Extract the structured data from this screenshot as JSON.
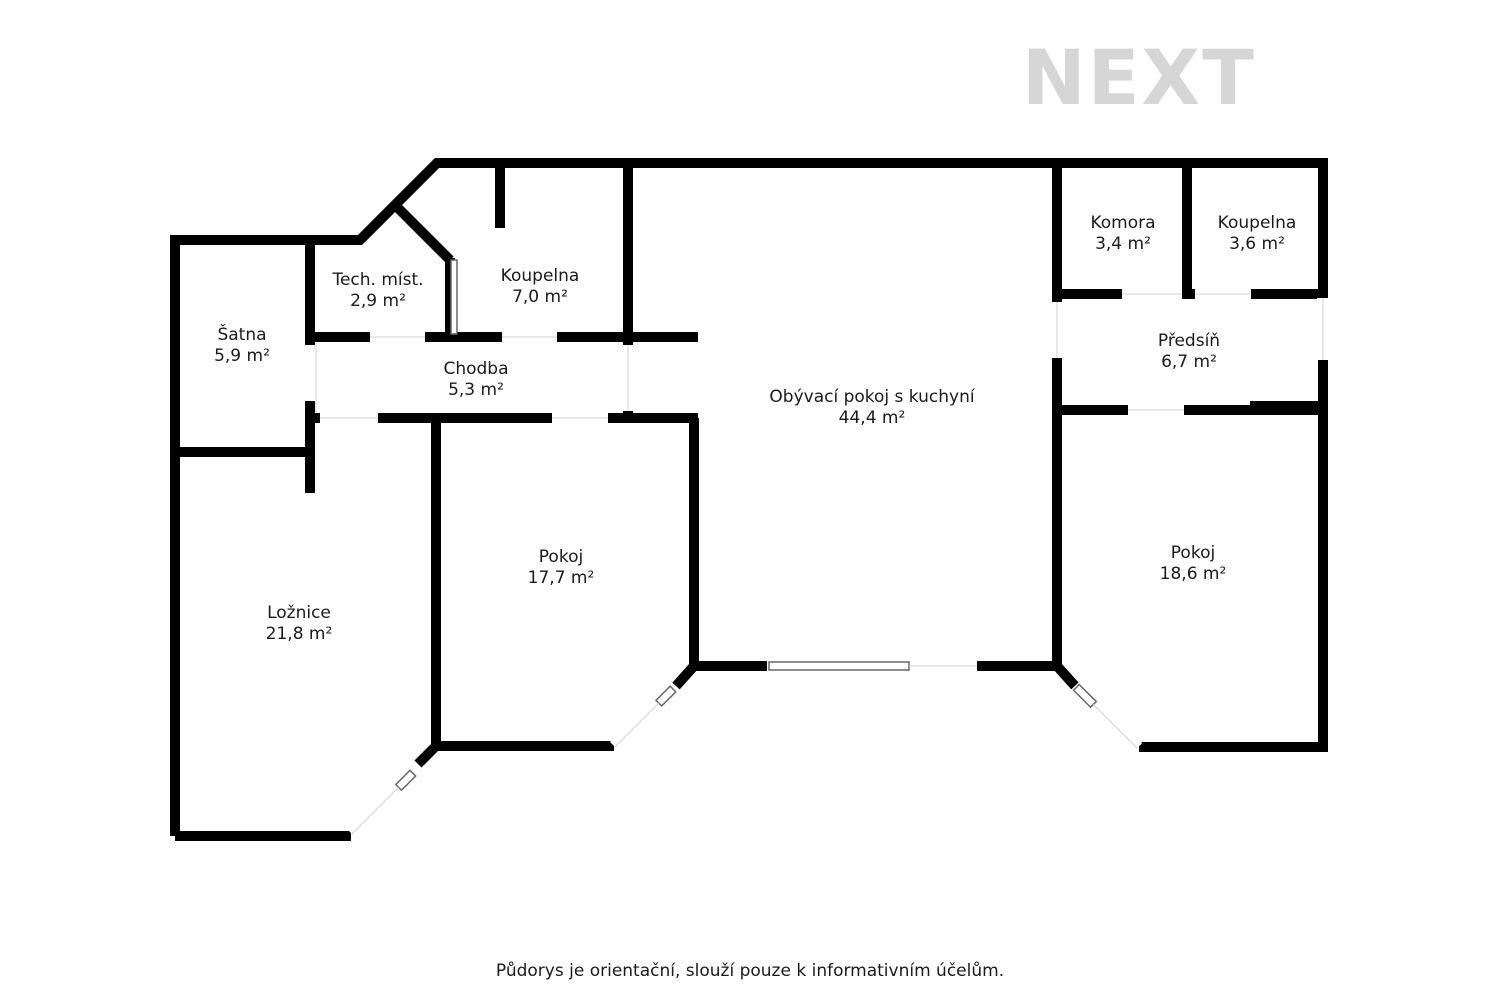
{
  "brand": {
    "logo_text": "NEXT",
    "logo_color": "#d6d6d6"
  },
  "rooms": [
    {
      "name": "Šatna",
      "area": "5,9 m²"
    },
    {
      "name": "Tech. míst.",
      "area": "2,9 m²"
    },
    {
      "name": "Koupelna",
      "area": "7,0 m²"
    },
    {
      "name": "Chodba",
      "area": "5,3 m²"
    },
    {
      "name": "Obývací pokoj s kuchyní",
      "area": "44,4 m²"
    },
    {
      "name": "Komora",
      "area": "3,4 m²"
    },
    {
      "name": "Koupelna",
      "area": "3,6 m²"
    },
    {
      "name": "Předsíň",
      "area": "6,7 m²"
    },
    {
      "name": "Pokoj",
      "area": "17,7 m²"
    },
    {
      "name": "Pokoj",
      "area": "18,6 m²"
    },
    {
      "name": "Ložnice",
      "area": "21,8 m²"
    }
  ],
  "footer": {
    "note": "Půdorys je orientační, slouží pouze k informativním účelům."
  }
}
